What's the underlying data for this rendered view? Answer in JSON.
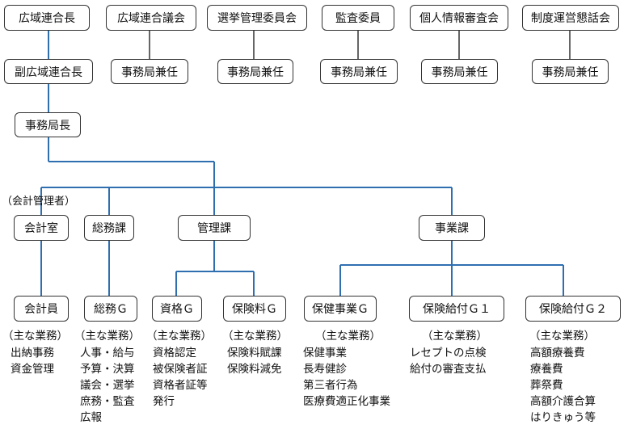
{
  "top": {
    "chief": "広域連合長",
    "council": "広域連合議会",
    "election": "選挙管理委員会",
    "audit": "監査委員",
    "privacy": "個人情報審査会",
    "system": "制度運営懇話会"
  },
  "concurrent_label": "事務局兼任",
  "vice_chief": "副広域連合長",
  "secretary_general": "事務局長",
  "accounting_manager": "（会計管理者）",
  "sections": {
    "accounting_office": "会計室",
    "general_affairs": "総務課",
    "management": "管理課",
    "business": "事業課"
  },
  "groups": {
    "accountant": "会計員",
    "general_g": "総務Ｇ",
    "qualification_g": "資格Ｇ",
    "premium_g": "保険料Ｇ",
    "health_g": "保健事業Ｇ",
    "benefit1_g": "保険給付Ｇ１",
    "benefit2_g": "保険給付Ｇ２"
  },
  "main_duties_label": "（主な業務）",
  "duties": {
    "accountant": [
      "出納事務",
      "資金管理"
    ],
    "general": [
      "人事・給与",
      "予算・決算",
      "議会・選挙",
      "庶務・監査",
      "広報"
    ],
    "qualification": [
      "資格認定",
      "被保険者証",
      "資格者証等",
      "発行"
    ],
    "premium": [
      "保険料賦課",
      "保険料減免"
    ],
    "health": [
      "保健事業",
      "長寿健診",
      "第三者行為",
      "医療費適正化事業"
    ],
    "benefit1": [
      "レセプトの点検",
      "給付の審査支払"
    ],
    "benefit2": [
      "高額療養費",
      "療養費",
      "葬祭費",
      "高額介護合算",
      "はりきゅう等"
    ]
  }
}
